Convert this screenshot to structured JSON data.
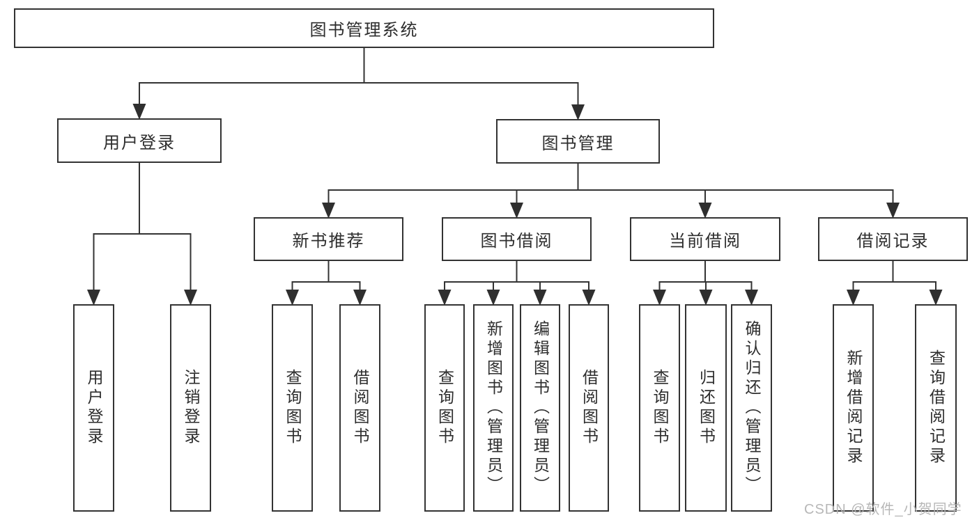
{
  "diagram": {
    "type": "hierarchy-tree",
    "watermark": "CSDN @软件_小贺同学",
    "colors": {
      "background": "#ffffff",
      "line": "#333333",
      "arrow": "#2f2f2f",
      "box_border": "#333333",
      "box_background": "#ffffff",
      "text": "#2d2d2d",
      "watermark_text": "#b4b4b4"
    },
    "nodes": [
      {
        "id": "root",
        "label": "图书管理系统",
        "parent": null
      },
      {
        "id": "user-login",
        "label": "用户登录",
        "parent": "root"
      },
      {
        "id": "book-mgmt",
        "label": "图书管理",
        "parent": "root"
      },
      {
        "id": "leaf-user-login",
        "label": "用户登录",
        "parent": "user-login"
      },
      {
        "id": "leaf-logout",
        "label": "注销登录",
        "parent": "user-login"
      },
      {
        "id": "new-book",
        "label": "新书推荐",
        "parent": "book-mgmt"
      },
      {
        "id": "book-borrow",
        "label": "图书借阅",
        "parent": "book-mgmt"
      },
      {
        "id": "current-borrow",
        "label": "当前借阅",
        "parent": "book-mgmt"
      },
      {
        "id": "borrow-record",
        "label": "借阅记录",
        "parent": "book-mgmt"
      },
      {
        "id": "nb-query",
        "label": "查询图书",
        "parent": "new-book"
      },
      {
        "id": "nb-borrow",
        "label": "借阅图书",
        "parent": "new-book"
      },
      {
        "id": "bb-query",
        "label": "查询图书",
        "parent": "book-borrow"
      },
      {
        "id": "bb-add",
        "label": "新增图书（管理员）",
        "parent": "book-borrow"
      },
      {
        "id": "bb-edit",
        "label": "编辑图书（管理员）",
        "parent": "book-borrow"
      },
      {
        "id": "bb-borrow",
        "label": "借阅图书",
        "parent": "book-borrow"
      },
      {
        "id": "cb-query",
        "label": "查询图书",
        "parent": "current-borrow"
      },
      {
        "id": "cb-return",
        "label": "归还图书",
        "parent": "current-borrow"
      },
      {
        "id": "cb-confirm",
        "label": "确认归还（管理员）",
        "parent": "current-borrow"
      },
      {
        "id": "br-add",
        "label": "新增借阅记录",
        "parent": "borrow-record"
      },
      {
        "id": "br-query",
        "label": "查询借阅记录",
        "parent": "borrow-record"
      }
    ]
  }
}
